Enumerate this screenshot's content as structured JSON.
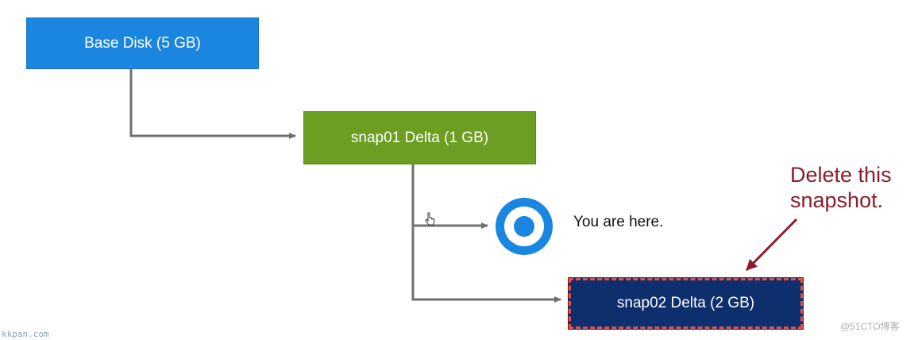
{
  "nodes": {
    "base": {
      "label": "Base Disk (5 GB)",
      "color": "#1a86e0"
    },
    "snap01": {
      "label": "snap01 Delta (1 GB)",
      "color": "#6c9e21"
    },
    "snap02": {
      "label": "snap02 Delta (2 GB)",
      "color": "#0e2f6e"
    }
  },
  "you_are_here": {
    "label": "You are here.",
    "icon": "target-icon",
    "color": "#1a86e0"
  },
  "callout": {
    "line1": "Delete this",
    "line2": "snapshot.",
    "color": "#8a1c2c"
  },
  "watermarks": {
    "left": "kkpan.com",
    "right": "@51CTO博客"
  }
}
